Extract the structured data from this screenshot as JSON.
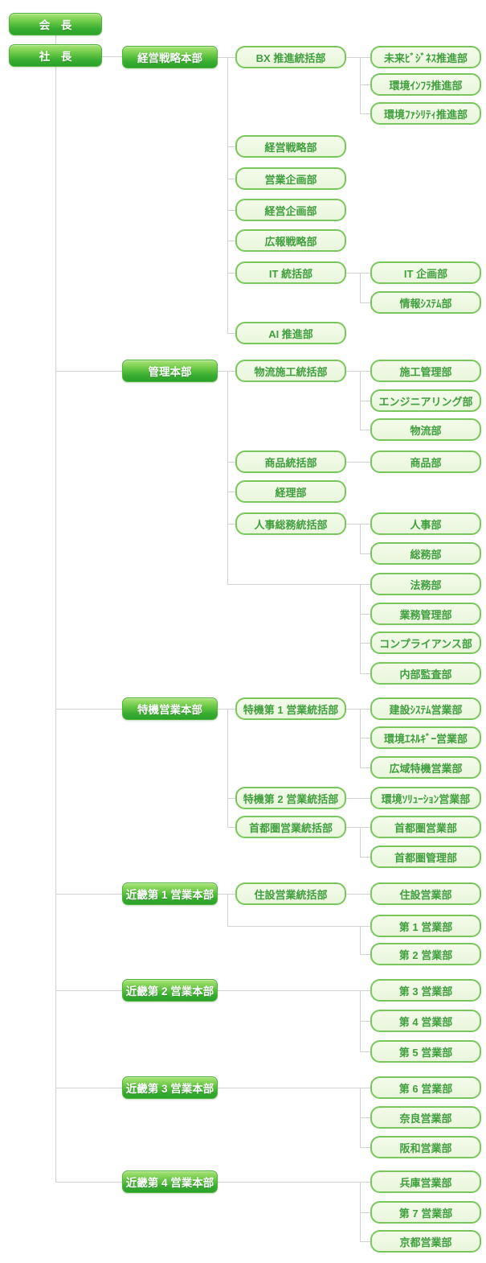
{
  "colors": {
    "division_box_green": "#2aa22a",
    "division_box_green_light": "#a9e477",
    "dept_box_fill": "#edf8e2",
    "dept_box_border": "#79c75c",
    "dept_box_text": "#3f9f3c",
    "connector_line": "#d2d2d2",
    "background": "#ffffff"
  },
  "org": {
    "chairman": "会　長",
    "president": "社　長",
    "divisions": [
      {
        "label": "経営戦略本部",
        "units": [
          {
            "label": "BX 推進統括部",
            "depts": [
              "未来ﾋﾞｼﾞﾈｽ推進部",
              "環境ｲﾝﾌﾗ推進部",
              "環境ﾌｧｼﾘﾃｨ推進部"
            ]
          },
          {
            "label": "経営戦略部",
            "depts": []
          },
          {
            "label": "営業企画部",
            "depts": []
          },
          {
            "label": "経営企画部",
            "depts": []
          },
          {
            "label": "広報戦略部",
            "depts": []
          },
          {
            "label": "IT 統括部",
            "depts": [
              "IT 企画部",
              "情報ｼｽﾃﾑ部"
            ]
          },
          {
            "label": "AI 推進部",
            "depts": []
          }
        ],
        "direct_depts": []
      },
      {
        "label": "管理本部",
        "units": [
          {
            "label": "物流施工統括部",
            "depts": [
              "施工管理部",
              "エンジニアリング部",
              "物流部"
            ]
          },
          {
            "label": "商品統括部",
            "depts": [
              "商品部"
            ]
          },
          {
            "label": "経理部",
            "depts": []
          },
          {
            "label": "人事総務統括部",
            "depts": [
              "人事部",
              "総務部"
            ]
          }
        ],
        "direct_depts": [
          "法務部",
          "業務管理部",
          "コンプライアンス部",
          "内部監査部"
        ]
      },
      {
        "label": "特機営業本部",
        "units": [
          {
            "label": "特機第 1 営業統括部",
            "depts": [
              "建設ｼｽﾃﾑ営業部",
              "環境ｴﾈﾙｷﾞｰ営業部",
              "広域特機営業部"
            ]
          },
          {
            "label": "特機第 2 営業統括部",
            "depts": [
              "環境ｿﾘｭｰｼｮﾝ営業部"
            ]
          },
          {
            "label": "首都圏営業統括部",
            "depts": [
              "首都圏営業部",
              "首都圏管理部"
            ]
          }
        ],
        "direct_depts": []
      },
      {
        "label": "近畿第 1 営業本部",
        "units": [
          {
            "label": "住設営業統括部",
            "depts": [
              "住設営業部"
            ]
          }
        ],
        "direct_depts": [
          "第 1 営業部",
          "第 2 営業部"
        ]
      },
      {
        "label": "近畿第 2 営業本部",
        "units": [],
        "direct_depts": [
          "第 3 営業部",
          "第 4 営業部",
          "第 5 営業部"
        ]
      },
      {
        "label": "近畿第 3 営業本部",
        "units": [],
        "direct_depts": [
          "第 6 営業部",
          "奈良営業部",
          "阪和営業部"
        ]
      },
      {
        "label": "近畿第 4 営業本部",
        "units": [],
        "direct_depts": [
          "兵庫営業部",
          "第 7 営業部",
          "京都営業部"
        ]
      }
    ]
  }
}
